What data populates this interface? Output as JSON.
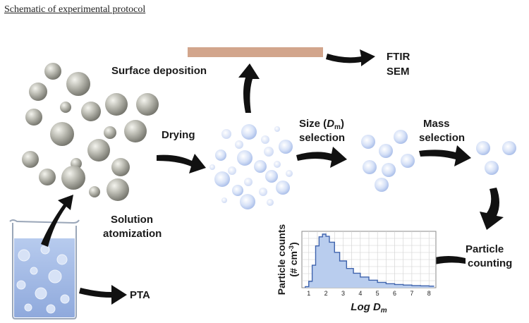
{
  "title": "Schematic of experimental protocol",
  "labels": {
    "surface_deposition": "Surface deposition",
    "ftir": "FTIR",
    "sem": "SEM",
    "drying": "Drying",
    "size_selection_prefix": "Size (",
    "size_selection_symbol": "D",
    "size_selection_subscript": "m",
    "size_selection_suffix": ")",
    "size_selection_line2": "selection",
    "mass_selection_line1": "Mass",
    "mass_selection_line2": "selection",
    "solution_atomization_line1": "Solution",
    "solution_atomization_line2": "atomization",
    "particle_counting_line1": "Particle",
    "particle_counting_line2": "counting",
    "pta": "PTA"
  },
  "chart_data": {
    "type": "area",
    "ylabel_line1": "Particle counts",
    "ylabel_line2": "(# cm",
    "ylabel_sup": "-3",
    "ylabel_close": ")",
    "xlabel_prefix": "Log D",
    "xlabel_subscript": "m",
    "x_ticks": [
      "1",
      "2",
      "3",
      "4",
      "5",
      "6",
      "7",
      "8"
    ],
    "xlim": [
      0.6,
      8.4
    ],
    "ylim": [
      0,
      1
    ],
    "grid": true,
    "x": [
      0.8,
      1.0,
      1.2,
      1.4,
      1.6,
      1.8,
      2.0,
      2.2,
      2.5,
      2.8,
      3.2,
      3.6,
      4.0,
      4.5,
      5.0,
      5.5,
      6.0,
      6.5,
      7.0,
      7.5,
      8.0,
      8.3
    ],
    "y": [
      0.02,
      0.12,
      0.42,
      0.78,
      0.95,
      1.0,
      0.96,
      0.85,
      0.66,
      0.5,
      0.36,
      0.27,
      0.2,
      0.14,
      0.1,
      0.075,
      0.06,
      0.05,
      0.04,
      0.035,
      0.03,
      0.03
    ],
    "colors": {
      "fill": "#b9cdee",
      "line": "#3f63ad",
      "grid": "#d0d0d0"
    }
  },
  "colors": {
    "arrow": "#111111",
    "substrate": "#d2a58c",
    "liquid": "#a9c1ea",
    "gray_droplet": "#9a9a92",
    "blue_particle": "#c3d3f4"
  }
}
